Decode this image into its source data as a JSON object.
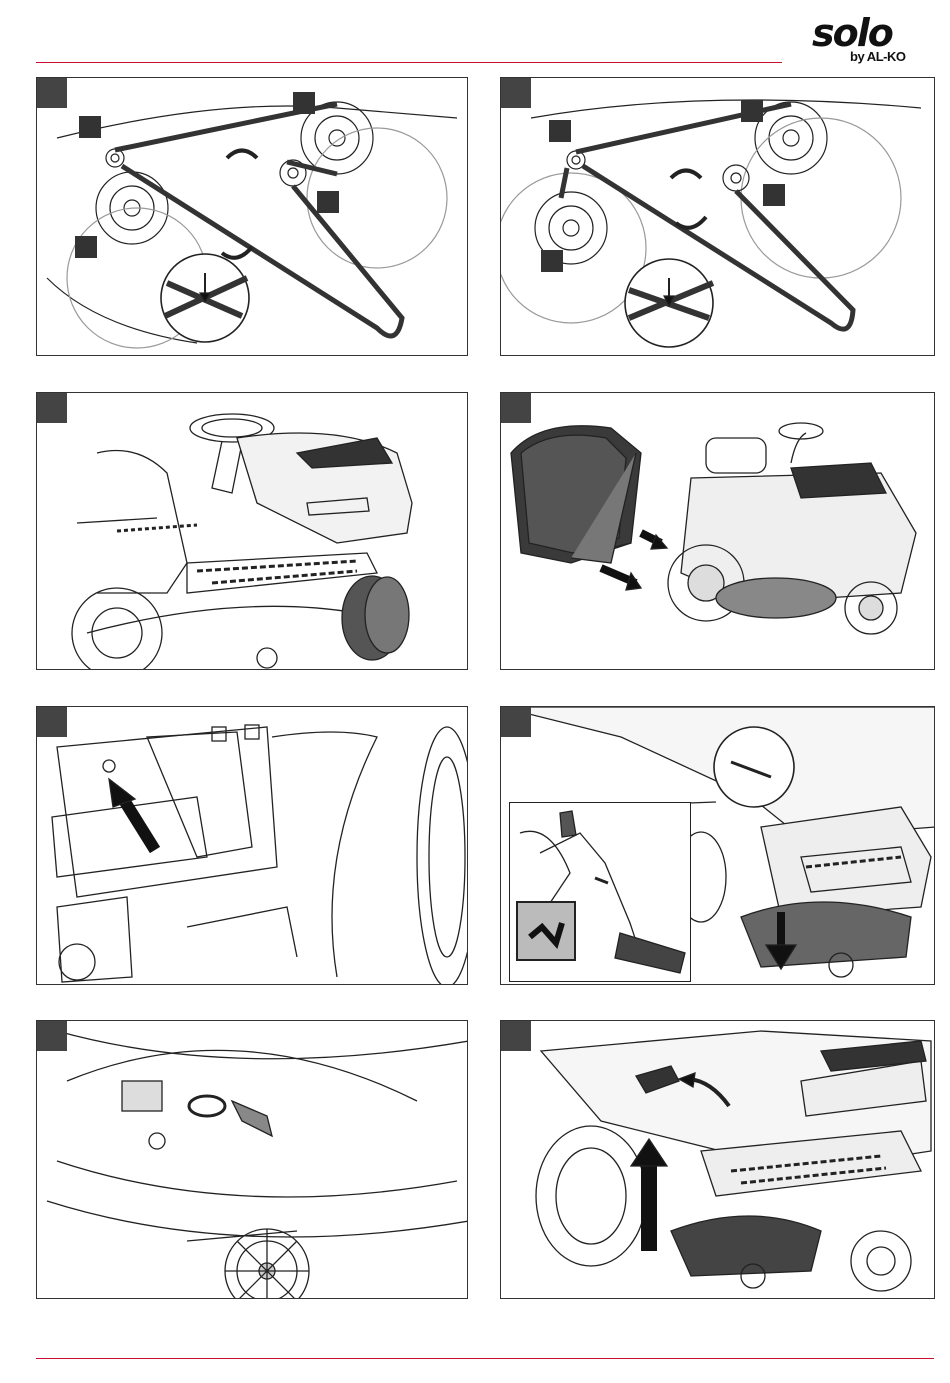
{
  "header": {
    "brand": "solo",
    "brand_sub": "by AL-KO",
    "accent_color": "#c8102e"
  },
  "figures": [
    {
      "id": "fig-1",
      "subject": "deck-belt-routing-a"
    },
    {
      "id": "fig-2",
      "subject": "deck-belt-routing-b"
    },
    {
      "id": "fig-3",
      "subject": "tractor-front-view"
    },
    {
      "id": "fig-4",
      "subject": "grass-catcher-attach"
    },
    {
      "id": "fig-5",
      "subject": "frame-bolt-detail"
    },
    {
      "id": "fig-6",
      "subject": "deck-lowering-lever"
    },
    {
      "id": "fig-7",
      "subject": "deck-underside-clip"
    },
    {
      "id": "fig-8",
      "subject": "deck-raising-lever"
    }
  ]
}
